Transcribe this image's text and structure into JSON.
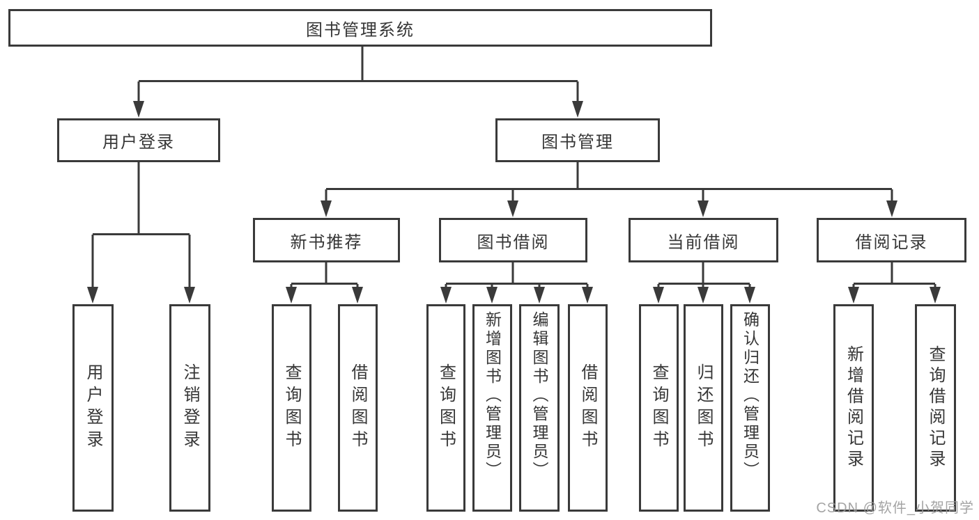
{
  "tree": {
    "label": "图书管理系统",
    "children": [
      {
        "label": "用户登录",
        "children": [
          {
            "label": "用户登录"
          },
          {
            "label": "注销登录"
          }
        ]
      },
      {
        "label": "图书管理",
        "children": [
          {
            "label": "新书推荐",
            "children": [
              {
                "label": "查询图书"
              },
              {
                "label": "借阅图书"
              }
            ]
          },
          {
            "label": "图书借阅",
            "children": [
              {
                "label": "查询图书"
              },
              {
                "label": "新增图书（管理员）"
              },
              {
                "label": "编辑图书（管理员）"
              },
              {
                "label": "借阅图书"
              }
            ]
          },
          {
            "label": "当前借阅",
            "children": [
              {
                "label": "查询图书"
              },
              {
                "label": "归还图书"
              },
              {
                "label": "确认归还（管理员）"
              }
            ]
          },
          {
            "label": "借阅记录",
            "children": [
              {
                "label": "新增借阅记录"
              },
              {
                "label": "查询借阅记录"
              }
            ]
          }
        ]
      }
    ]
  },
  "watermark": {
    "text": "CSDN @软件_小贺同学"
  },
  "colors": {
    "line": "#3a3a3a",
    "box_border": "#3a3a3a",
    "text": "#363636",
    "watermark": "#9b9b9b",
    "background": "#ffffff"
  }
}
